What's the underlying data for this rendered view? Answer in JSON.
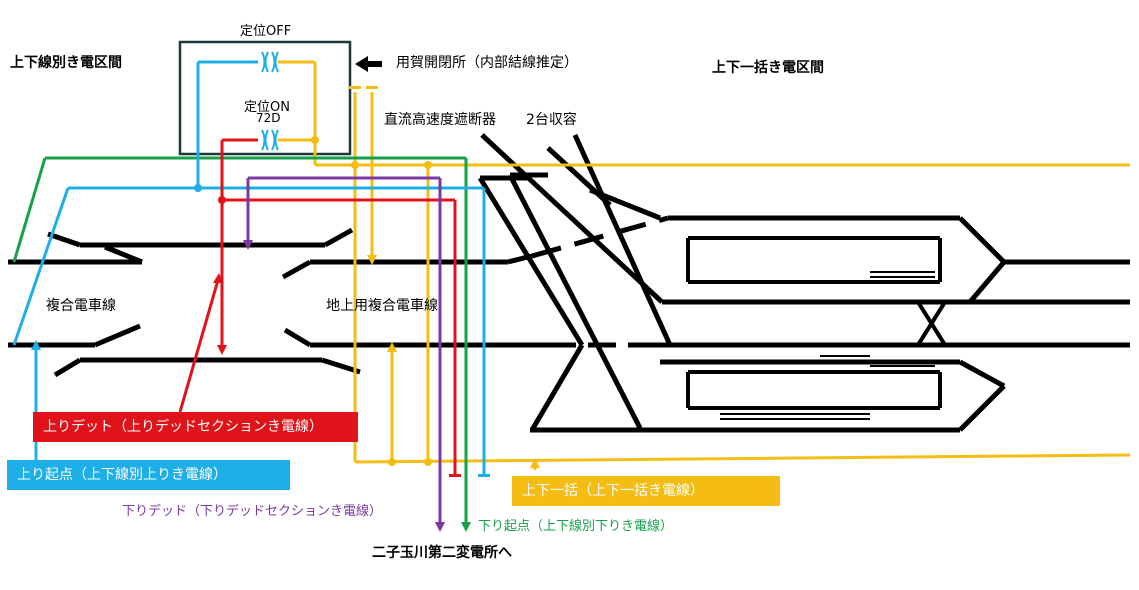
{
  "labels": {
    "separate_section": "上下線別き電区間",
    "combined_section": "上下一括き電区間",
    "default_off": "定位OFF",
    "default_on": "定位ON",
    "switch_id": "72D",
    "switch_note": "用賀開閉所（内部結線推定）",
    "breaker": "直流高速度遮断器",
    "breaker_count": "2台収容",
    "compound_line_left": "複合電車線",
    "compound_line_right": "地上用複合電車線",
    "up_dead": "上りデット（上りデッドセクションき電線）",
    "up_origin": "上り起点（上下線別上りき電線）",
    "down_dead": "下りデッド（下りデッドセクションき電線）",
    "down_origin": "下り起点（上下線別下りき電線）",
    "combined_feeder": "上下一括（上下一括き電線）",
    "substation": "二子玉川第二変電所へ"
  },
  "colors": {
    "red": "#e0131a",
    "blue": "#1eaee8",
    "yellow": "#f5bd14",
    "green": "#17a04a",
    "purple": "#7b3aa0",
    "black": "#000000",
    "box_border": "#1c3a3a"
  }
}
